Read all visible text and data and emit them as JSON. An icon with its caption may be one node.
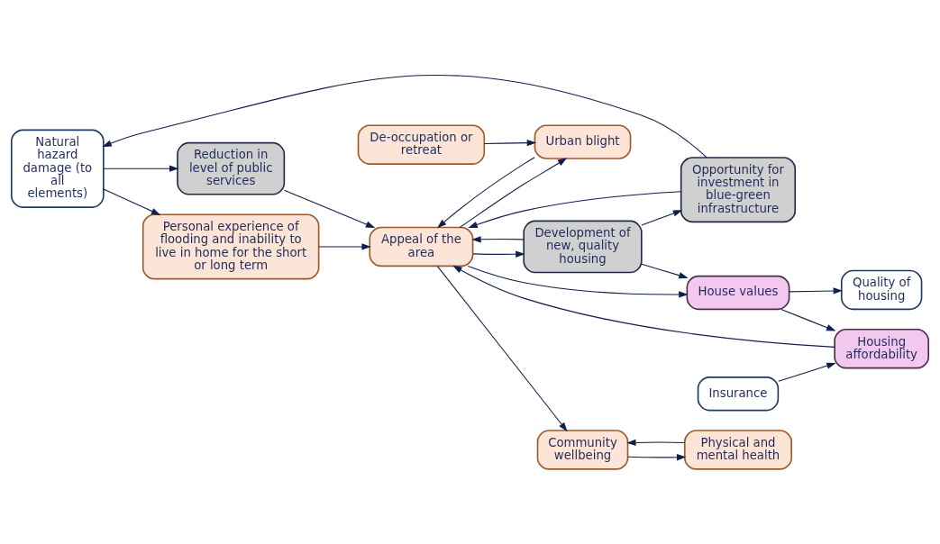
{
  "diagram": {
    "nodes": [
      {
        "text": [
          "Natural hazard damage (to all elements)"
        ]
      },
      {
        "text": [
          "Reduction in level of public services"
        ]
      },
      {
        "text": [
          "Personal experience of flooding and inability to live in home for the short or long term"
        ]
      },
      {
        "text": [
          "De-occupation or retreat"
        ]
      },
      {
        "text": [
          "Urban blight"
        ]
      },
      {
        "text": [
          "Opportunity for investment in blue-green infrastructure"
        ]
      },
      {
        "text": [
          "Development of new, quality housing"
        ]
      },
      {
        "text": [
          "Appeal of the area"
        ]
      },
      {
        "text": [
          "Community wellbeing"
        ]
      },
      {
        "text": [
          "Physical and mental health"
        ]
      },
      {
        "text": [
          "House values"
        ]
      },
      {
        "text": [
          "Housing affordability"
        ]
      },
      {
        "text": [
          "Quality of housing"
        ]
      },
      {
        "text": [
          "Insurance"
        ]
      }
    ],
    "edges": [
      {
        "from": 0,
        "to": 1,
        "arrow": "to"
      },
      {
        "from": 0,
        "to": 2,
        "arrow": "to"
      },
      {
        "from": 5,
        "to": 0,
        "arrow": "to"
      },
      {
        "from": 6,
        "to": 5,
        "arrow": "to"
      },
      {
        "from": 1,
        "to": 7,
        "arrow": "to"
      },
      {
        "from": 2,
        "to": 7,
        "arrow": "to"
      },
      {
        "from": 5,
        "to": 7,
        "arrow": "to"
      },
      {
        "from": 4,
        "to": 7,
        "arrow": "to"
      },
      {
        "from": 7,
        "to": 4,
        "arrow": "to"
      },
      {
        "from": 3,
        "to": 4,
        "arrow": "to"
      },
      {
        "from": 7,
        "to": 6,
        "arrow": "to"
      },
      {
        "from": 6,
        "to": 7,
        "arrow": "to"
      },
      {
        "from": 7,
        "to": 8,
        "arrow": "to"
      },
      {
        "from": 8,
        "to": 9,
        "arrow": "to"
      },
      {
        "from": 9,
        "to": 8,
        "arrow": "to"
      },
      {
        "from": 6,
        "to": 10,
        "arrow": "to"
      },
      {
        "from": 7,
        "to": 10,
        "arrow": "to"
      },
      {
        "from": 10,
        "to": 11,
        "arrow": "to"
      },
      {
        "from": 11,
        "to": 7,
        "arrow": "to"
      },
      {
        "from": 10,
        "to": 12,
        "arrow": "to"
      },
      {
        "from": 13,
        "to": 11,
        "arrow": "to"
      }
    ]
  }
}
